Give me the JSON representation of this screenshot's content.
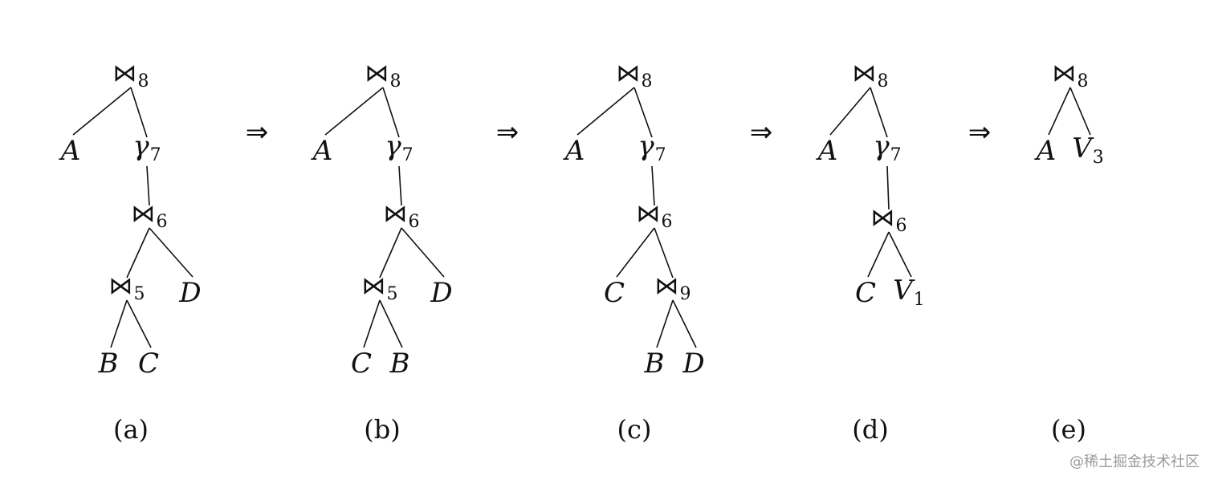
{
  "symbols": {
    "join": "⋈",
    "group": "γ",
    "arrow": "⇒"
  },
  "trees": [
    {
      "caption": "(a)",
      "nodes": [
        {
          "kind": "join",
          "sub": "8"
        },
        {
          "kind": "label",
          "text": "A"
        },
        {
          "kind": "group",
          "sub": "7"
        },
        {
          "kind": "join",
          "sub": "6"
        },
        {
          "kind": "join",
          "sub": "5"
        },
        {
          "kind": "label",
          "text": "D"
        },
        {
          "kind": "label",
          "text": "B"
        },
        {
          "kind": "label",
          "text": "C"
        }
      ],
      "edges": [
        [
          0,
          1
        ],
        [
          0,
          2
        ],
        [
          2,
          3
        ],
        [
          3,
          4
        ],
        [
          3,
          5
        ],
        [
          4,
          6
        ],
        [
          4,
          7
        ]
      ]
    },
    {
      "caption": "(b)",
      "nodes": [
        {
          "kind": "join",
          "sub": "8"
        },
        {
          "kind": "label",
          "text": "A"
        },
        {
          "kind": "group",
          "sub": "7"
        },
        {
          "kind": "join",
          "sub": "6"
        },
        {
          "kind": "join",
          "sub": "5"
        },
        {
          "kind": "label",
          "text": "D"
        },
        {
          "kind": "label",
          "text": "C"
        },
        {
          "kind": "label",
          "text": "B"
        }
      ],
      "edges": [
        [
          0,
          1
        ],
        [
          0,
          2
        ],
        [
          2,
          3
        ],
        [
          3,
          4
        ],
        [
          3,
          5
        ],
        [
          4,
          6
        ],
        [
          4,
          7
        ]
      ]
    },
    {
      "caption": "(c)",
      "nodes": [
        {
          "kind": "join",
          "sub": "8"
        },
        {
          "kind": "label",
          "text": "A"
        },
        {
          "kind": "group",
          "sub": "7"
        },
        {
          "kind": "join",
          "sub": "6"
        },
        {
          "kind": "label",
          "text": "C"
        },
        {
          "kind": "join",
          "sub": "9"
        },
        {
          "kind": "label",
          "text": "B"
        },
        {
          "kind": "label",
          "text": "D"
        }
      ],
      "edges": [
        [
          0,
          1
        ],
        [
          0,
          2
        ],
        [
          2,
          3
        ],
        [
          3,
          4
        ],
        [
          3,
          5
        ],
        [
          5,
          6
        ],
        [
          5,
          7
        ]
      ]
    },
    {
      "caption": "(d)",
      "nodes": [
        {
          "kind": "join",
          "sub": "8"
        },
        {
          "kind": "label",
          "text": "A"
        },
        {
          "kind": "group",
          "sub": "7"
        },
        {
          "kind": "join",
          "sub": "6"
        },
        {
          "kind": "label",
          "text": "C"
        },
        {
          "kind": "label",
          "text": "V",
          "sub": "1"
        }
      ],
      "edges": [
        [
          0,
          1
        ],
        [
          0,
          2
        ],
        [
          2,
          3
        ],
        [
          3,
          4
        ],
        [
          3,
          5
        ]
      ]
    },
    {
      "caption": "(e)",
      "nodes": [
        {
          "kind": "join",
          "sub": "8"
        },
        {
          "kind": "label",
          "text": "A"
        },
        {
          "kind": "label",
          "text": "V",
          "sub": "3"
        }
      ],
      "edges": [
        [
          0,
          1
        ],
        [
          0,
          2
        ]
      ]
    }
  ],
  "watermark": "@稀土掘金技术社区"
}
